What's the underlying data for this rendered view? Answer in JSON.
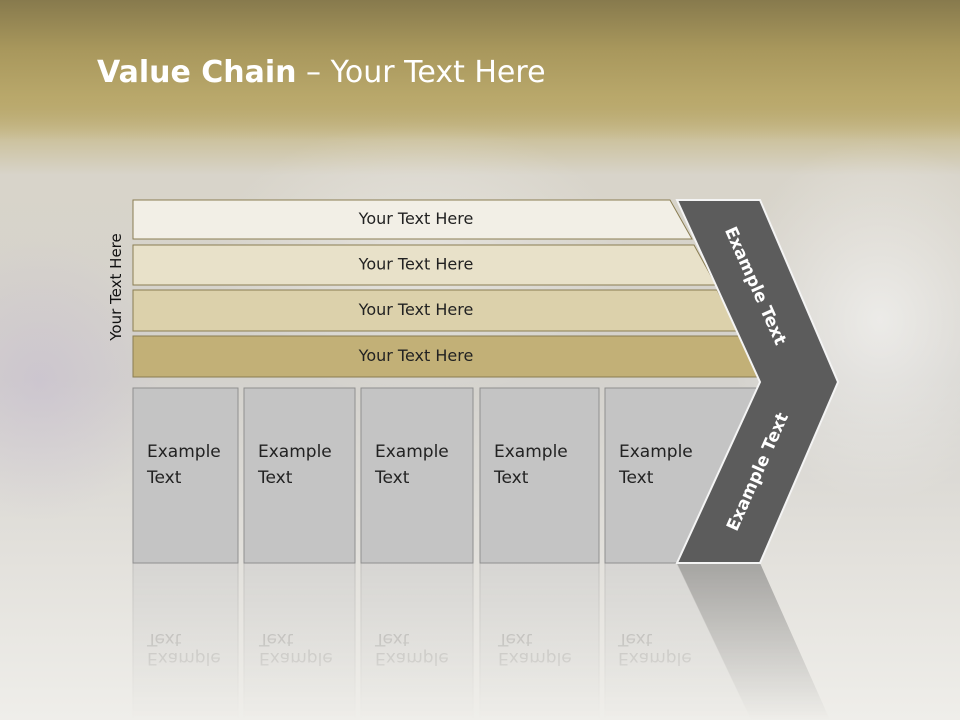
{
  "title": {
    "bold": "Value Chain",
    "rest": " – Your Text Here"
  },
  "vertical_label": "Your Text Here",
  "rows": [
    {
      "label": "Your Text Here",
      "color": "#f2efe6"
    },
    {
      "label": "Your Text Here",
      "color": "#e8e1c9"
    },
    {
      "label": "Your Text Here",
      "color": "#dcd1ab"
    },
    {
      "label": "Your Text Here",
      "color": "#c2b077"
    }
  ],
  "columns": [
    {
      "line1": "Example",
      "line2": "Text"
    },
    {
      "line1": "Example",
      "line2": "Text"
    },
    {
      "line1": "Example",
      "line2": "Text"
    },
    {
      "line1": "Example",
      "line2": "Text"
    },
    {
      "line1": "Example",
      "line2": "Text"
    }
  ],
  "chevron": {
    "upper_label": "Example Text",
    "lower_label": "Example Text",
    "color": "#5a5a5a"
  },
  "colors": {
    "column_fill": "#c4c4c4",
    "row_border": "#8a7d52"
  }
}
